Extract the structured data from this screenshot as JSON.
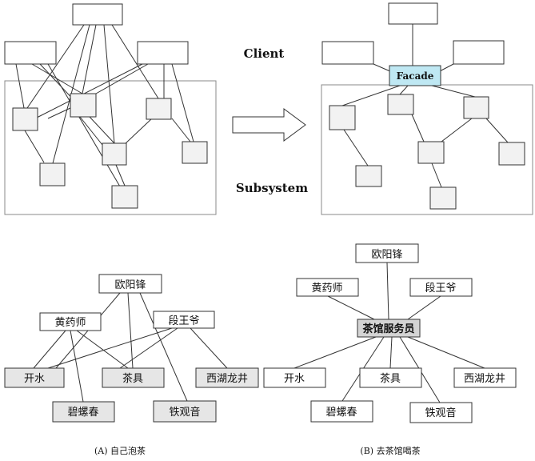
{
  "top": {
    "client_label": "Client",
    "subsystem_label": "Subsystem",
    "facade_label": "Facade"
  },
  "bottom_a": {
    "people": [
      "欧阳锋",
      "黄药师",
      "段王爷"
    ],
    "items": [
      "开水",
      "茶具",
      "西湖龙井",
      "碧螺春",
      "铁观音"
    ],
    "caption": "(A) 自己泡茶"
  },
  "bottom_b": {
    "people": [
      "欧阳锋",
      "黄药师",
      "段王爷"
    ],
    "service": "茶馆服务员",
    "items": [
      "开水",
      "茶具",
      "西湖龙井",
      "碧螺春",
      "铁观音"
    ],
    "caption": "(B) 去茶馆喝茶"
  },
  "colors": {
    "facade_fill": "#bfe8f3",
    "service_fill": "#d4d4d4",
    "box_fill": "#f2f2f2",
    "box_stroke": "#333333",
    "line": "#333333"
  }
}
